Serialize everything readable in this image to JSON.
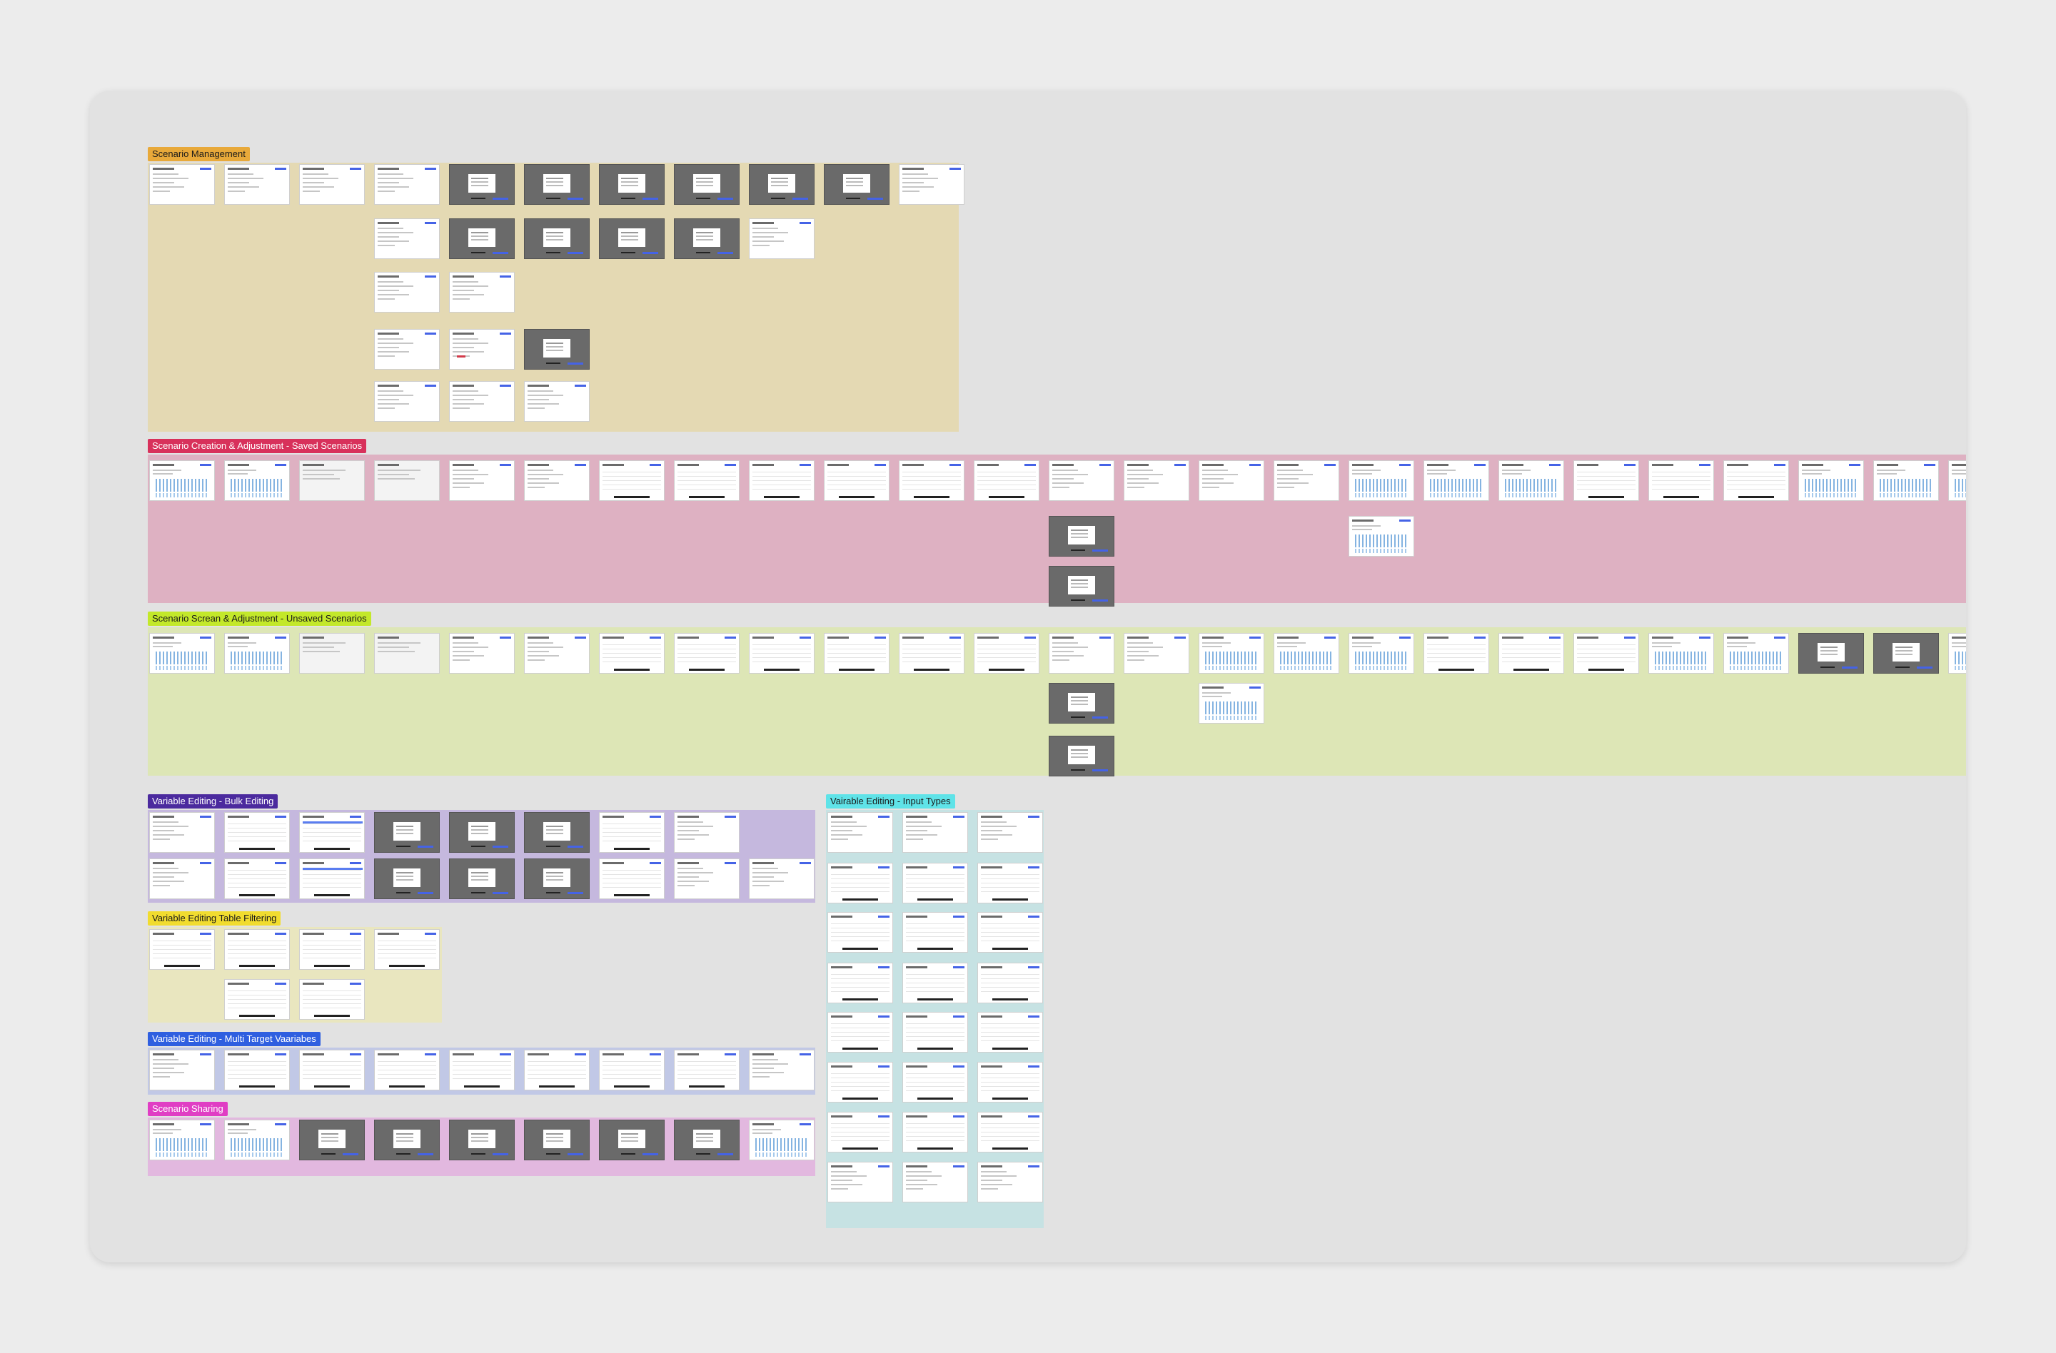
{
  "canvas": {
    "background": "#e2e2e2",
    "page_background": "#ececec"
  },
  "sections": [
    {
      "key": "mgmt",
      "label": "Scenario Management",
      "label_color": "#e8a93a",
      "label_text_color": "#1a1a1a",
      "fill_color": "#e4d9b3"
    },
    {
      "key": "saved",
      "label": "Scenario Creation & Adjustment - Saved Scenarios",
      "label_color": "#d8315b",
      "label_text_color": "#ffffff",
      "fill_color": "#deb1c2"
    },
    {
      "key": "unsaved",
      "label": "Scenario Screan & Adjustment - Unsaved Scenarios",
      "label_color": "#c3e82a",
      "label_text_color": "#1a1a1a",
      "fill_color": "#dde6b6"
    },
    {
      "key": "bulk",
      "label": "Variable Editing - Bulk Editing",
      "label_color": "#4b2a9e",
      "label_text_color": "#ffffff",
      "fill_color": "#c5b8de"
    },
    {
      "key": "filter",
      "label": "Variable Editing Table Filtering",
      "label_color": "#f1dc2f",
      "label_text_color": "#1a1a1a",
      "fill_color": "#e9e6bf"
    },
    {
      "key": "multi",
      "label": "Variable Editing - Multi Target Vaariabes",
      "label_color": "#2f5fe0",
      "label_text_color": "#ffffff",
      "fill_color": "#c1c8e6"
    },
    {
      "key": "share",
      "label": "Scenario Sharing",
      "label_color": "#e03ec4",
      "label_text_color": "#ffffff",
      "fill_color": "#e2b8df"
    },
    {
      "key": "input",
      "label": "Vairable Editing - Input Types",
      "label_color": "#5fe3e8",
      "label_text_color": "#1a1a1a",
      "fill_color": "#c6e2e3"
    }
  ],
  "frame_rows": {
    "mgmt": [
      [
        "form",
        "form",
        "form",
        "form",
        "dark",
        "dark",
        "dark",
        "dark",
        "dark",
        "dark",
        "form"
      ],
      [
        null,
        null,
        null,
        "form",
        "dark",
        "dark",
        "dark",
        "dark",
        "form"
      ],
      [
        null,
        null,
        null,
        "form",
        "form"
      ],
      [
        null,
        null,
        null,
        "form",
        "form-red",
        "dark"
      ],
      [
        null,
        null,
        null,
        "form",
        "form",
        "form"
      ]
    ],
    "saved": [
      [
        "chart",
        "chart",
        "grey",
        "grey",
        "form",
        "form",
        "table",
        "table",
        "table",
        "table",
        "table",
        "table",
        "form",
        "form",
        "form",
        "form",
        "chart",
        "chart",
        "chart",
        "table",
        "table",
        "table",
        "chart",
        "chart",
        "chart"
      ],
      [
        null,
        null,
        null,
        null,
        null,
        null,
        null,
        null,
        null,
        null,
        null,
        null,
        "dark",
        null,
        null,
        null,
        "chart"
      ],
      [
        null,
        null,
        null,
        null,
        null,
        null,
        null,
        null,
        null,
        null,
        null,
        null,
        "dark"
      ]
    ],
    "unsaved": [
      [
        "chart",
        "chart",
        "grey",
        "grey",
        "form",
        "form",
        "table",
        "table",
        "table",
        "table",
        "table",
        "table",
        "form",
        "form",
        "chart",
        "chart",
        "chart",
        "table",
        "table",
        "table",
        "chart",
        "chart",
        "dark",
        "dark",
        "chart"
      ],
      [
        null,
        null,
        null,
        null,
        null,
        null,
        null,
        null,
        null,
        null,
        null,
        null,
        "dark",
        null,
        "chart"
      ],
      [
        null,
        null,
        null,
        null,
        null,
        null,
        null,
        null,
        null,
        null,
        null,
        null,
        "dark"
      ]
    ],
    "bulk": [
      [
        "form",
        "table",
        "table-blue",
        "dark",
        "dark",
        "dark",
        "table",
        "form"
      ],
      [
        "form",
        "table",
        "table-blue",
        "dark",
        "dark",
        "dark",
        "table",
        "form",
        "form"
      ]
    ],
    "filter": [
      [
        "table",
        "table",
        "table",
        "table"
      ],
      [
        null,
        "table",
        "table"
      ]
    ],
    "multi": [
      [
        "form",
        "table",
        "table",
        "table",
        "table",
        "table",
        "table",
        "table",
        "form"
      ]
    ],
    "share": [
      [
        "chart",
        "chart",
        "dark",
        "dark",
        "dark",
        "dark",
        "dark",
        "dark",
        "chart"
      ]
    ],
    "input": [
      [
        "form",
        "form",
        "form"
      ],
      [
        "table",
        "table",
        "table"
      ],
      [
        "table",
        "table",
        "table"
      ],
      [
        "table",
        "table",
        "table"
      ],
      [
        "table",
        "table",
        "table"
      ],
      [
        "table",
        "table",
        "table"
      ],
      [
        "table",
        "table",
        "table"
      ],
      [
        "form",
        "form",
        "form"
      ]
    ]
  }
}
